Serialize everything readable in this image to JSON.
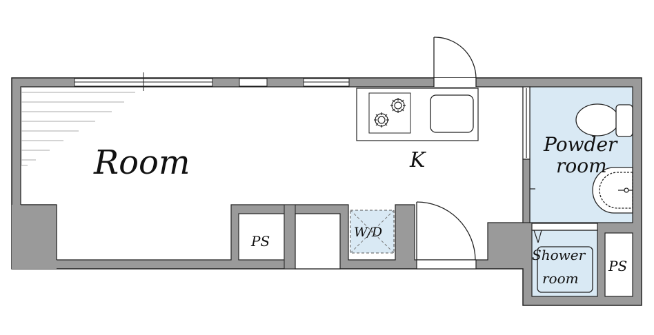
{
  "floorplan": {
    "rooms": {
      "main_room": "Room",
      "kitchen": "K",
      "powder_room_line1": "Powder",
      "powder_room_line2": "room",
      "shower_room_line1": "Shower",
      "shower_room_line2": "room",
      "pipe_space_left": "PS",
      "pipe_space_right": "PS",
      "washer_dryer": "W/D"
    },
    "colors": {
      "wall": "#9a9a9a",
      "wall_stroke": "#222222",
      "wet_area": "#d9e9f4",
      "floor": "#ffffff",
      "line": "#333333"
    }
  }
}
